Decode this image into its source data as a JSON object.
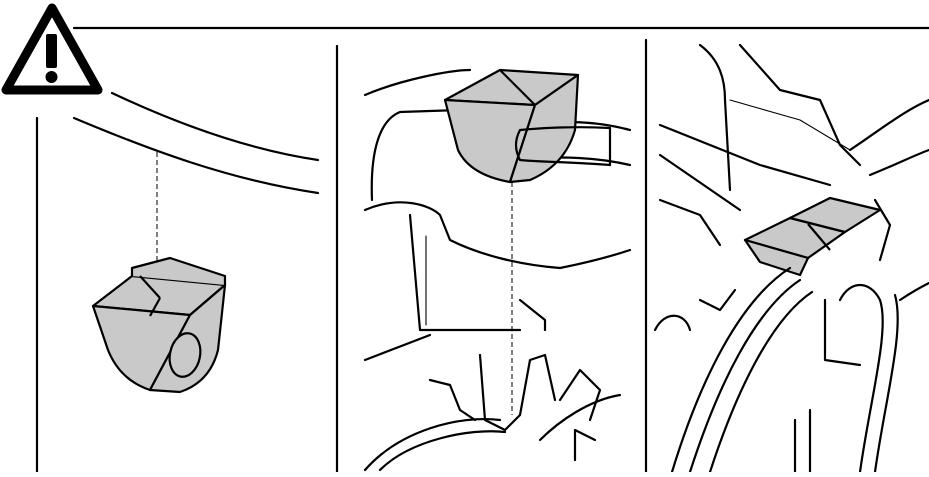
{
  "figure": {
    "warning_icon": "warning-triangle-icon",
    "colors": {
      "line": "#000000",
      "part_fill": "#c9c9c9",
      "background": "#ffffff"
    },
    "panels": [
      {
        "id": "panel-1",
        "content": "rubber-grommet-isolated"
      },
      {
        "id": "panel-2",
        "content": "grommet-aligned-over-housing-slot"
      },
      {
        "id": "panel-3",
        "content": "grommet-seated-in-housing"
      }
    ]
  }
}
